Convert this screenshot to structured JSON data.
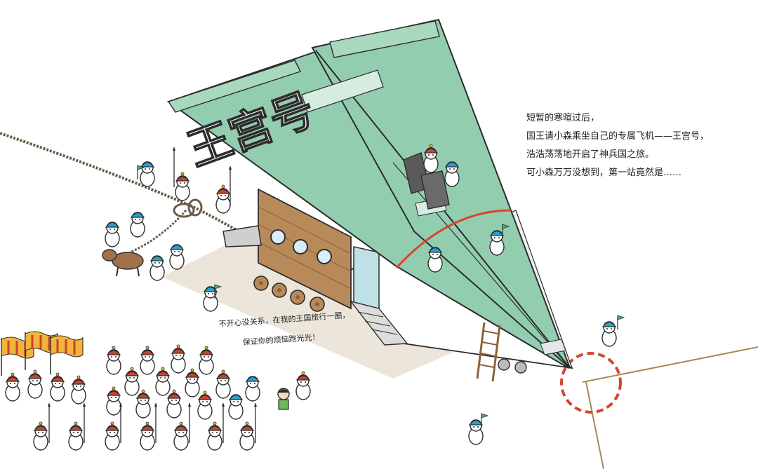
{
  "plane": {
    "name": "王宫号"
  },
  "speech_bubble": {
    "lines": [
      "不开心没关系，在我的王国旅行一圈，",
      "保证你的烦恼跑光光！"
    ]
  },
  "narration": {
    "lines": [
      "短暂的寒暄过后，",
      "国王请小森乘坐自己的专属飞机——王宫号，",
      "浩浩荡荡地开启了神兵国之旅。",
      "可小森万万没想到，第一站竟然是……"
    ]
  },
  "colors": {
    "wing": "#93cdb0",
    "wing_stroke": "#2c2c2c",
    "wood": "#b88a5a",
    "wood_dark": "#8b6238",
    "shadow": "#ece6da",
    "helmet_blue": "#2b9fd0",
    "helmet_red": "#c9432f",
    "accent_red": "#d6452f",
    "flag_yellow": "#f0b53a"
  },
  "icons": {
    "soldier": "soldier-figure-icon",
    "horse": "horse-icon",
    "flag": "pennant-flag-icon",
    "banner": "banner-flag-icon",
    "rope": "rope-icon",
    "ladder": "ladder-icon",
    "porthole": "porthole-window-icon",
    "wheel": "wheel-icon"
  }
}
